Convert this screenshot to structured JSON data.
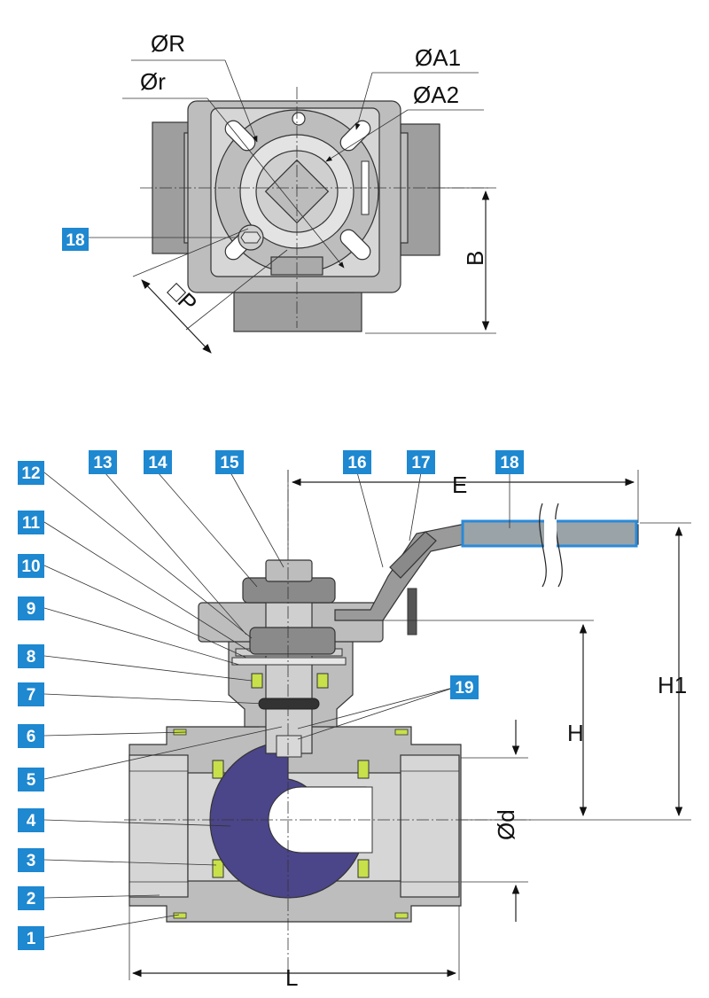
{
  "top_view": {
    "labels": {
      "phi_R": "ØR",
      "phi_r": "Ør",
      "phi_A1": "ØA1",
      "phi_A2": "ØA2",
      "B": "B",
      "P": "□P"
    },
    "callout": "18"
  },
  "section_view": {
    "labels": {
      "E": "E",
      "H": "H",
      "H1": "H1",
      "phi_d": "Ød",
      "L": "L"
    },
    "callouts_left": [
      "12",
      "11",
      "10",
      "9",
      "8",
      "7",
      "6",
      "5",
      "4",
      "3",
      "2",
      "1"
    ],
    "callouts_top": [
      "13",
      "14",
      "15",
      "16",
      "17",
      "18"
    ],
    "callout_19": "19"
  },
  "colors": {
    "callout_bg": "#1e88d0",
    "ball": "#4b4589",
    "seat": "#c8e04a",
    "handle_sleeve": "#2a8ad8",
    "body": "#bdbdbd"
  }
}
